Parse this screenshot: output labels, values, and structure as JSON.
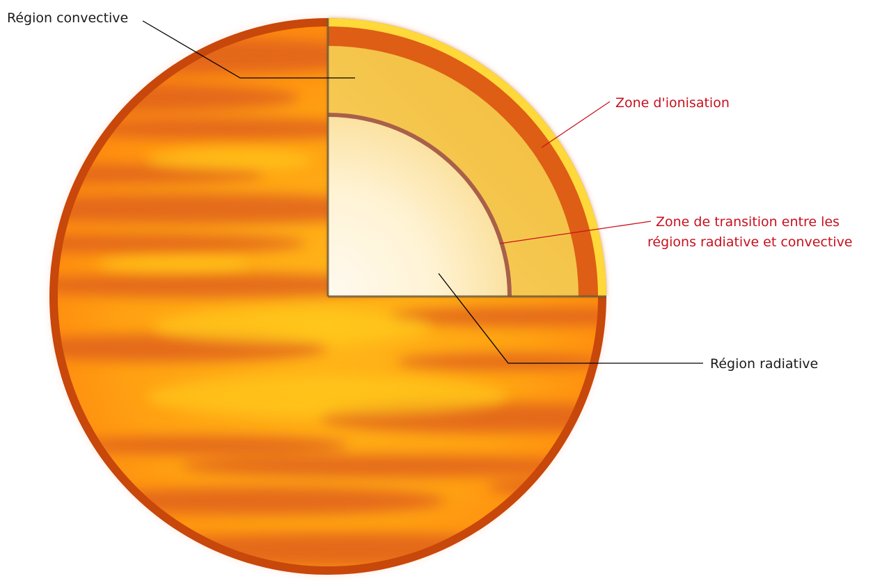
{
  "labels": {
    "convective_region": "Région convective",
    "ionisation_zone": "Zone d'ionisation",
    "transition_zone_line1": "Zone de transition entre les",
    "transition_zone_line2": "régions radiative et convective",
    "radiative_region": "Région radiative"
  },
  "colors": {
    "label_dark": "#1a1a1a",
    "label_red": "#c8101e",
    "sun_rim": "#d4500c",
    "sun_body": "#ffa41a",
    "sun_band": "#e26a1a",
    "convective_fill": "#f5c84a",
    "radiative_fill": "#fff6dc",
    "ionisation_band": "#e0641a",
    "ionisation_inner": "#ffd93a",
    "transition_stroke": "#a8604a",
    "leader_dark": "#000000",
    "leader_red": "#c8101e"
  }
}
